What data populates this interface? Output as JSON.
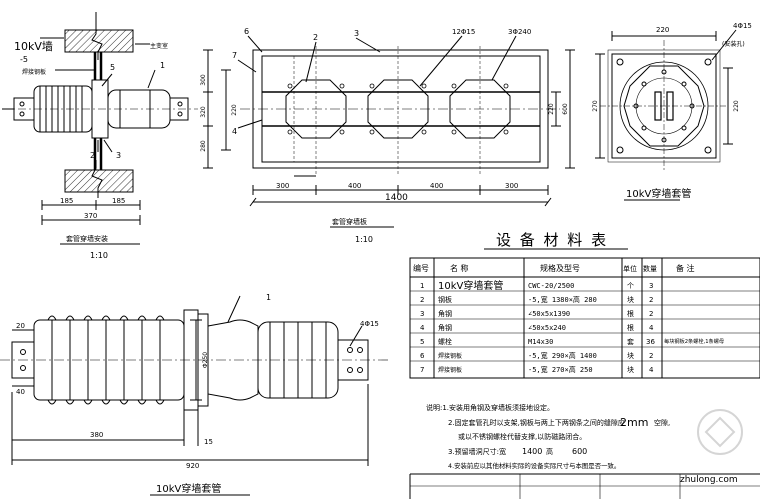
{
  "view_left": {
    "voltage_label": "10kV墙",
    "label_1": "1",
    "label_2": "2",
    "label_3": "3",
    "label_5": "5",
    "label_m5": "-5",
    "annot_main": "主变室",
    "annot_plate": "焊接钢板",
    "dim_185a": "185",
    "dim_185b": "185",
    "dim_370": "370",
    "caption": "套管穿墙安装",
    "scale": "1:10"
  },
  "view_plan": {
    "label_6": "6",
    "label_3": "3",
    "label_2": "2",
    "label_7": "7",
    "label_4": "4",
    "hole_note": "12Φ15",
    "ring_note": "3Φ240",
    "dim_v1": "300",
    "dim_v2": "320",
    "dim_v3": "280",
    "dim_h_220": "220",
    "dim_right_220": "220",
    "dim_right_600": "600",
    "dim_b1": "300",
    "dim_b2": "400",
    "dim_b3": "400",
    "dim_b4": "300",
    "dim_total": "1400",
    "caption": "套管穿墙板",
    "scale": "1:10"
  },
  "view_right": {
    "dim_top": "220",
    "hole_note": "4Φ15",
    "hole_note2": "(安装孔)",
    "dim_left": "270",
    "dim_inner": "220",
    "caption": "10kV穿墙套管"
  },
  "view_bottom": {
    "label_1": "1",
    "hole_note": "4Φ15",
    "dim_20": "20",
    "dim_40": "40",
    "dim_380": "380",
    "dim_920": "920",
    "dim_15": "15",
    "dim_dia": "Φ250",
    "caption": "10kV穿墙套管"
  },
  "table": {
    "title": "设 备 材 料 表",
    "headers": [
      "编号",
      "名  称",
      "规格及型号",
      "单位",
      "数量",
      "备  注"
    ],
    "rows": [
      [
        "1",
        "10kV穿墙套管",
        "CWC-20/2500",
        "个",
        "3",
        ""
      ],
      [
        "2",
        "钢板",
        "-5,宽 1380×高 280",
        "块",
        "2",
        ""
      ],
      [
        "3",
        "角钢",
        "∠50x5x1390",
        "根",
        "2",
        ""
      ],
      [
        "4",
        "角钢",
        "∠50x5x240",
        "根",
        "4",
        ""
      ],
      [
        "5",
        "螺栓",
        "M14x30",
        "套",
        "36",
        "每块钢板2条螺栓,1条螺母"
      ],
      [
        "6",
        "焊接钢板",
        "-5,宽 290×高 1400",
        "块",
        "2",
        ""
      ],
      [
        "7",
        "焊接钢板",
        "-5,宽 270×高 250",
        "块",
        "4",
        ""
      ]
    ]
  },
  "notes": {
    "n1": "说明:1.安装用角钢及穿墙板须接地设定。",
    "n2a": "2.固定套管孔时以支架,钢板与两上下两钢条之间的缝隙应",
    "n2b": "2mm",
    "n2c": "空隙,",
    "n2d": "或以不锈钢螺栓代替支撑,以防磁路闭合。",
    "n3a": "3.预留墙洞尺寸:宽",
    "n3b": "1400",
    "n3c": "高",
    "n3d": "600",
    "n4": "4.安装前应以其他材料实际的设备实际尺寸与本图是否一致。"
  },
  "watermark": "zhulong.com"
}
